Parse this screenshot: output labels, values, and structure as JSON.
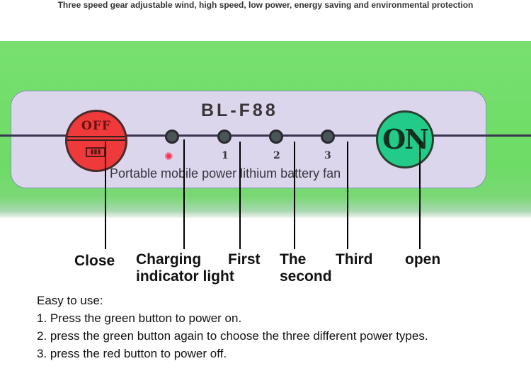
{
  "top_caption": "Three speed gear adjustable wind, high speed, low power, energy saving and environmental protection",
  "panel": {
    "model": "BL-F88",
    "off_label": "OFF",
    "on_label": "ON",
    "indicators": [
      "1",
      "2",
      "3"
    ],
    "subtitle": "Portable mobile power lithium battery fan"
  },
  "callouts": {
    "close": "Close",
    "charging": "Charging indicator light",
    "first": "First",
    "second": "The second",
    "third": "Third",
    "open": "open"
  },
  "instructions": {
    "title": "Easy to use:",
    "steps": [
      "1. Press the green button to power on.",
      "2. press the green button again to choose the three different power types.",
      "3. press the red button to power off."
    ]
  }
}
